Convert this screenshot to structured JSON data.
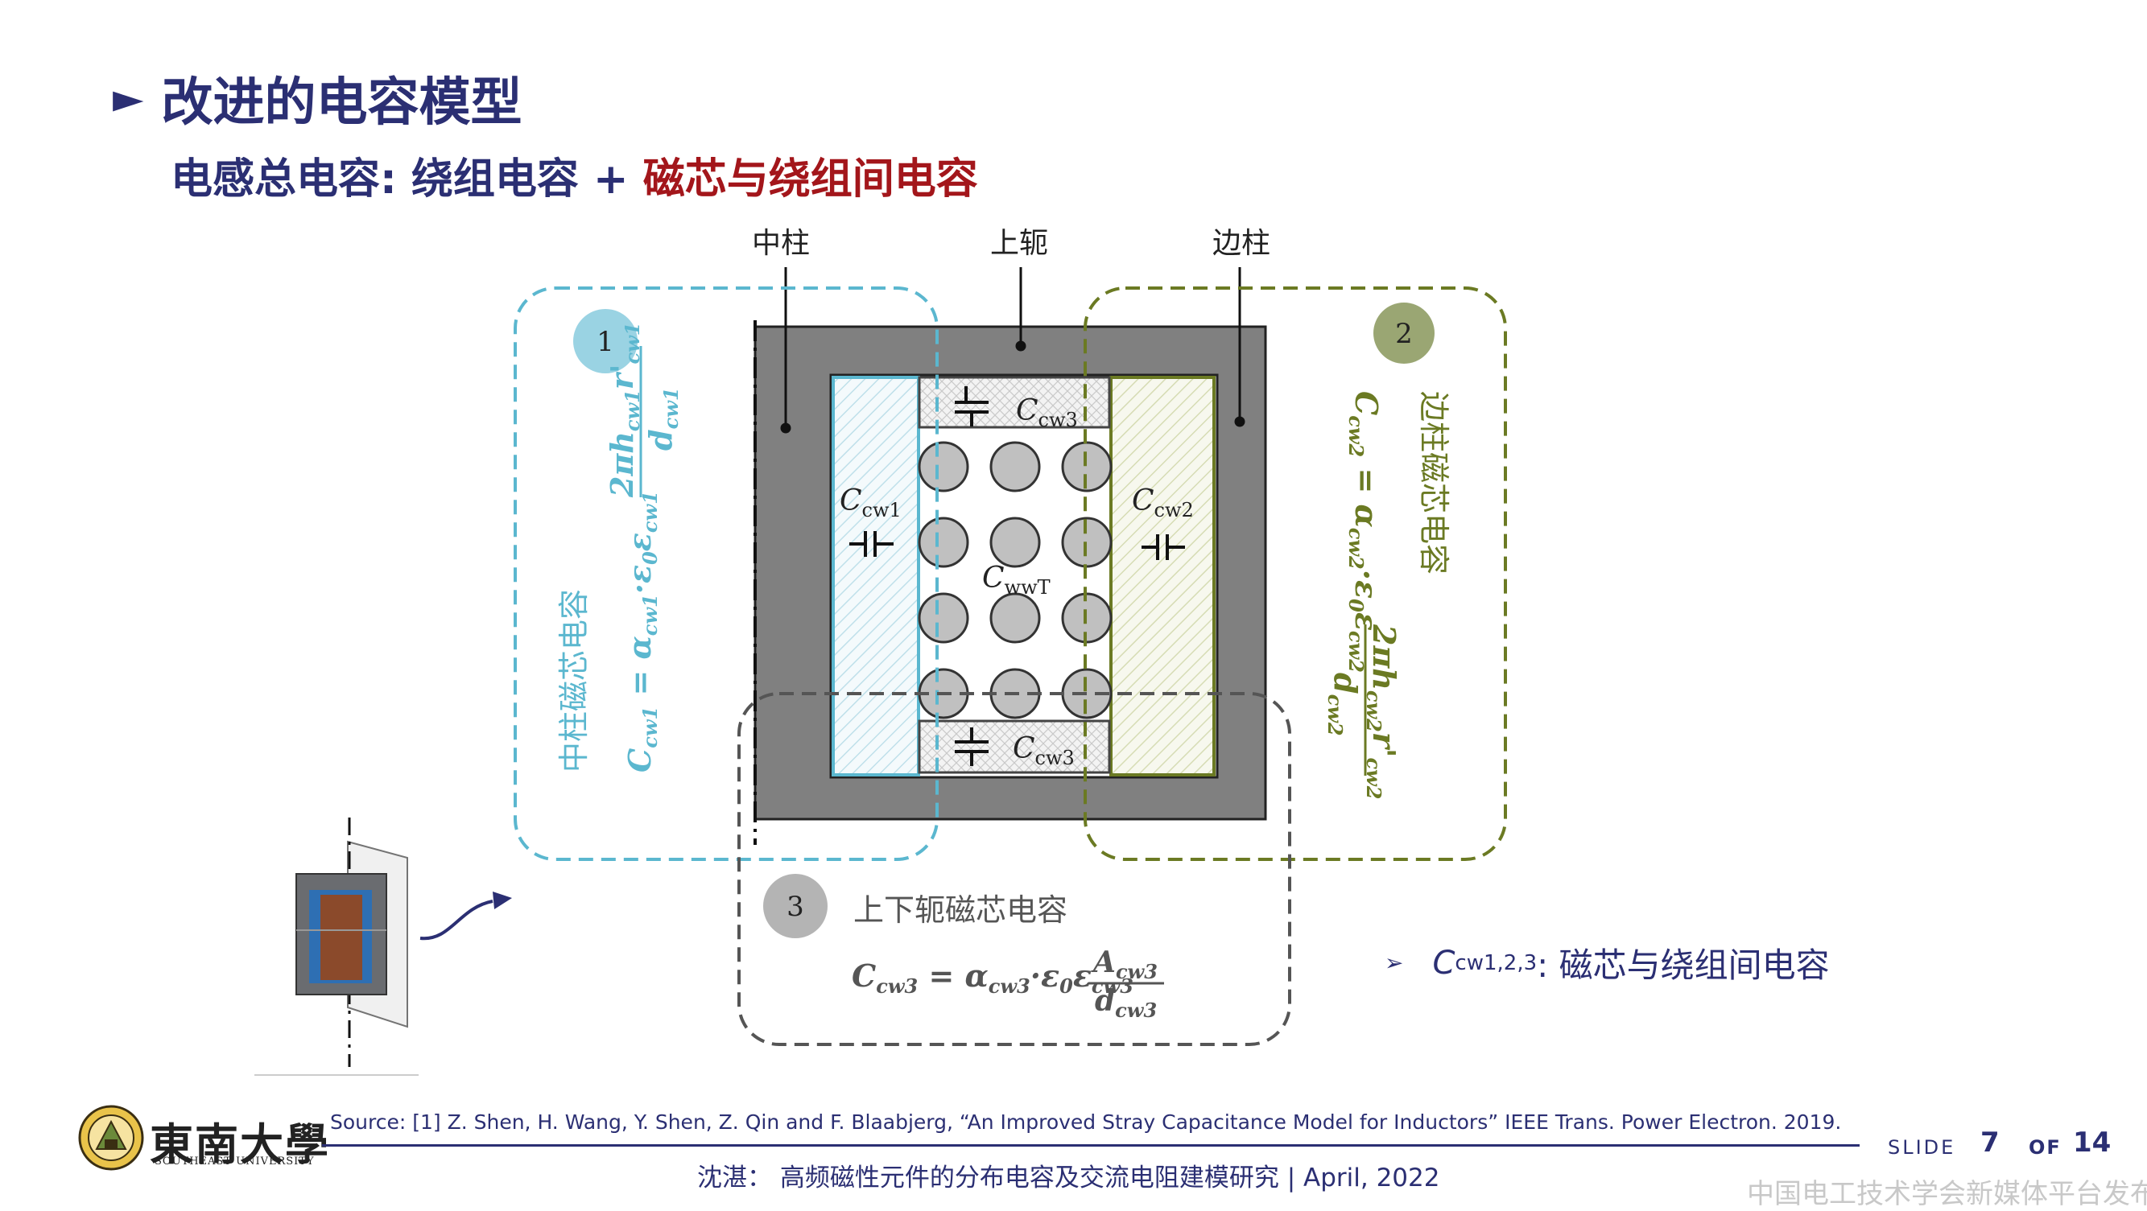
{
  "title": {
    "arrow": "►",
    "text": "改进的电容模型"
  },
  "subtitle": {
    "part1": "电感总电容: 绕组电容 + ",
    "part2": "磁芯与绕组间电容"
  },
  "diagram": {
    "labels": {
      "center_leg": "中柱",
      "top_yoke": "上轭",
      "side_leg": "边柱"
    },
    "region1": {
      "number": "1",
      "title": "中柱磁芯电容",
      "formula_lhs": "C",
      "formula_lhs_sub": "cw1",
      "formula_eq": " = α",
      "formula_a_sub": "cw1",
      "formula_mid": "·ε",
      "formula_e0": "0",
      "formula_e": "ε",
      "formula_e_sub": "cw1",
      "frac_num": "2πh",
      "frac_num_sub": "cw1",
      "frac_num2": "r'",
      "frac_num2_sub": "cw1",
      "frac_den": "d",
      "frac_den_sub": "cw1"
    },
    "region2": {
      "number": "2",
      "title": "边柱磁芯电容",
      "formula_lhs": "C",
      "formula_lhs_sub": "cw2",
      "formula_eq": " = α",
      "formula_a_sub": "cw2",
      "formula_mid": "·ε",
      "formula_e0": "0",
      "formula_e": "ε",
      "formula_e_sub": "cw2",
      "frac_num": "2πh",
      "frac_num_sub": "cw2",
      "frac_num2": "r'",
      "frac_num2_sub": "cw2",
      "frac_den": "d",
      "frac_den_sub": "cw2"
    },
    "region3": {
      "number": "3",
      "title": "上下轭磁芯电容",
      "formula_lhs": "C",
      "formula_lhs_sub": "cw3",
      "formula_eq": " = α",
      "formula_a_sub": "cw3",
      "formula_mid": "·ε",
      "formula_e0": "0",
      "formula_e": "ε",
      "formula_e_sub": "cw3",
      "frac_num": "A",
      "frac_num_sub": "cw3",
      "frac_den": "d",
      "frac_den_sub": "cw3"
    },
    "caps": {
      "cw3_top": {
        "sym": "C",
        "sub": "cw3"
      },
      "cw3_bottom": {
        "sym": "C",
        "sub": "cw3"
      },
      "cw1": {
        "sym": "C",
        "sub": "cw1"
      },
      "cw2": {
        "sym": "C",
        "sub": "cw2"
      },
      "wwT": {
        "sym": "C",
        "sub": "wwT"
      }
    },
    "colors": {
      "region1": "#5bb7cf",
      "region2": "#6b7a23",
      "region3": "#555555",
      "core": "#808080"
    }
  },
  "bullet": {
    "mark": "➢",
    "sym": "C",
    "sub": "cw1,2,3",
    "text": " : 磁芯与绕组间电容"
  },
  "footer": {
    "source": "Source: [1] Z. Shen, H. Wang, Y. Shen, Z. Qin and F. Blaabjerg, “An Improved Stray Capacitance Model for Inductors” IEEE Trans. Power Electron. 2019.",
    "slide_label": "SLIDE",
    "slide_num": "7",
    "of_label": "OF",
    "slide_total": "14",
    "author": "沈湛：  高频磁性元件的分布电容及交流电阻建模研究 | April, 2022",
    "watermark": "中国电工技术学会新媒体平台发布",
    "logo_cn": "東南大學",
    "logo_en": "SOUTHEAST UNIVERSITY"
  }
}
